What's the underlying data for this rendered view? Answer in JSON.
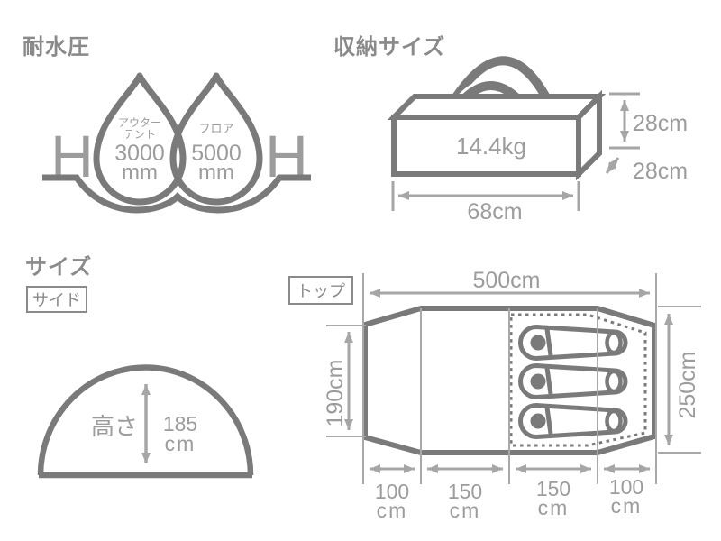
{
  "palette": {
    "outline_gray": "#7a7a7a",
    "dimension_gray": "#a6a6a6",
    "dim_text_gray": "#9c9c9c",
    "heading_gray": "#8a8a8a",
    "background": "#ffffff"
  },
  "water_resistance": {
    "title": "耐水圧",
    "h_mark": "H",
    "outer_tent_label_1": "アウター",
    "outer_tent_label_2": "テント",
    "outer_tent_value": "3000",
    "outer_tent_unit": "mm",
    "floor_label": "フロア",
    "floor_value": "5000",
    "floor_unit": "mm"
  },
  "storage": {
    "title": "収納サイズ",
    "weight": "14.4kg",
    "height": "28cm",
    "depth": "28cm",
    "length": "68cm"
  },
  "size": {
    "title": "サイズ",
    "side_tab": "サイド",
    "height_label": "高さ",
    "height_value": "185",
    "height_unit": "cm",
    "top_tab": "トップ",
    "top_width": "500cm",
    "left_depth": "190cm",
    "right_depth": "250cm",
    "segments": [
      {
        "value": "100",
        "unit": "cm"
      },
      {
        "value": "150",
        "unit": "cm"
      },
      {
        "value": "150",
        "unit": "cm"
      },
      {
        "value": "100",
        "unit": "cm"
      }
    ]
  }
}
